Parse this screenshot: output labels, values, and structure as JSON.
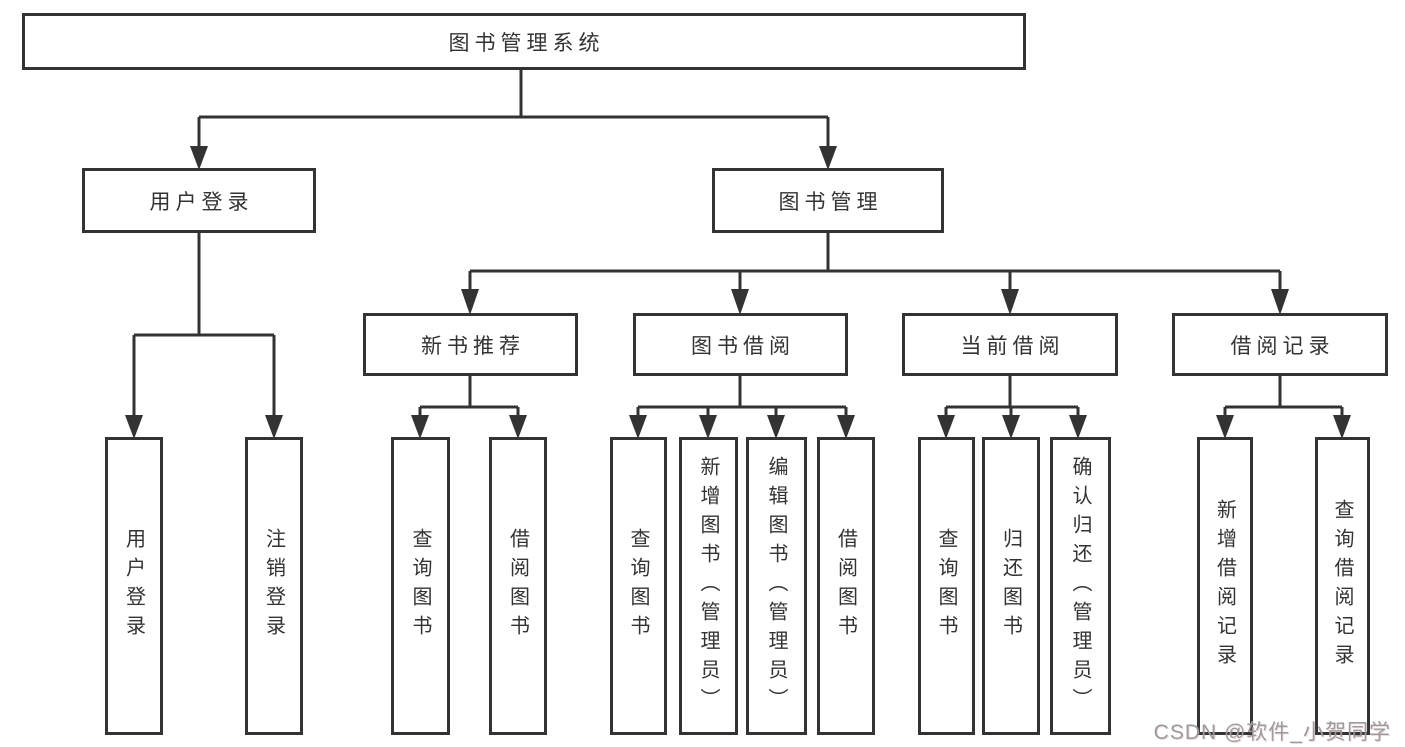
{
  "nodes": {
    "root": {
      "label": "图书管理系统"
    },
    "user_login": {
      "label": "用户登录"
    },
    "book_management": {
      "label": "图书管理"
    },
    "new_book_recommend": {
      "label": "新书推荐"
    },
    "book_borrow": {
      "label": "图书借阅"
    },
    "current_borrow": {
      "label": "当前借阅"
    },
    "borrow_records": {
      "label": "借阅记录"
    },
    "leaf_user_login": {
      "label": "用户登录"
    },
    "leaf_logout": {
      "label": "注销登录"
    },
    "leaf_recommend_query": {
      "label": "查询图书"
    },
    "leaf_recommend_borrow": {
      "label": "借阅图书"
    },
    "leaf_borrow_query": {
      "label": "查询图书"
    },
    "leaf_borrow_add_admin": {
      "label": "新增图书（管理员）"
    },
    "leaf_borrow_edit_admin": {
      "label": "编辑图书（管理员）"
    },
    "leaf_borrow_borrow": {
      "label": "借阅图书"
    },
    "leaf_current_query": {
      "label": "查询图书"
    },
    "leaf_current_return": {
      "label": "归还图书"
    },
    "leaf_current_confirm_admin": {
      "label": "确认归还（管理员）"
    },
    "leaf_records_add": {
      "label": "新增借阅记录"
    },
    "leaf_records_query": {
      "label": "查询借阅记录"
    }
  },
  "watermark": {
    "text": "CSDN @软件_小贺同学"
  },
  "colors": {
    "line": "#333333",
    "box_border": "#333333",
    "text": "#333333",
    "watermark": "#9b9b9b",
    "background": "#ffffff"
  }
}
